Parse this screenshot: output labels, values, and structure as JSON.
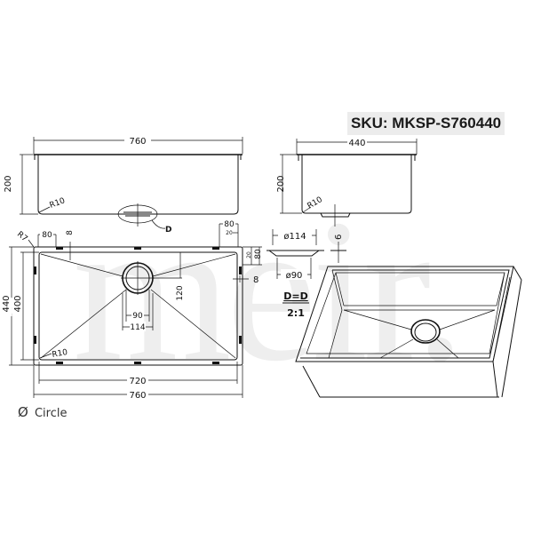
{
  "brand_watermark": "meir.",
  "sku": {
    "label": "SKU: MKSP-S760440",
    "code": "MKSP-S760440"
  },
  "front_view": {
    "width_dim": "760",
    "height_dim": "200",
    "radius": "R10",
    "detail_callout": "D"
  },
  "side_view": {
    "width_dim": "440",
    "height_dim": "200",
    "radius": "R10"
  },
  "top_view": {
    "outer_length": "760",
    "inner_length": "720",
    "outer_width": "440",
    "inner_width": "400",
    "corner_radius_outer": "R7",
    "corner_radius_inner": "R10",
    "tab_spacing_left": "80",
    "tab_spacing_right": "80",
    "flange_20_top": "20",
    "flange_20_side": "20",
    "side_80": "80",
    "flange_8_top": "8",
    "flange_8_side": "8",
    "drain_offset": "120",
    "drain_inner": "90",
    "drain_outer": "114"
  },
  "detail_d": {
    "outer_diameter": "ø114",
    "inner_diameter": "ø90",
    "depth": "6",
    "title": "D=D",
    "scale": "2:1"
  },
  "legend": {
    "symbol": "Ø",
    "label": "Circle"
  }
}
